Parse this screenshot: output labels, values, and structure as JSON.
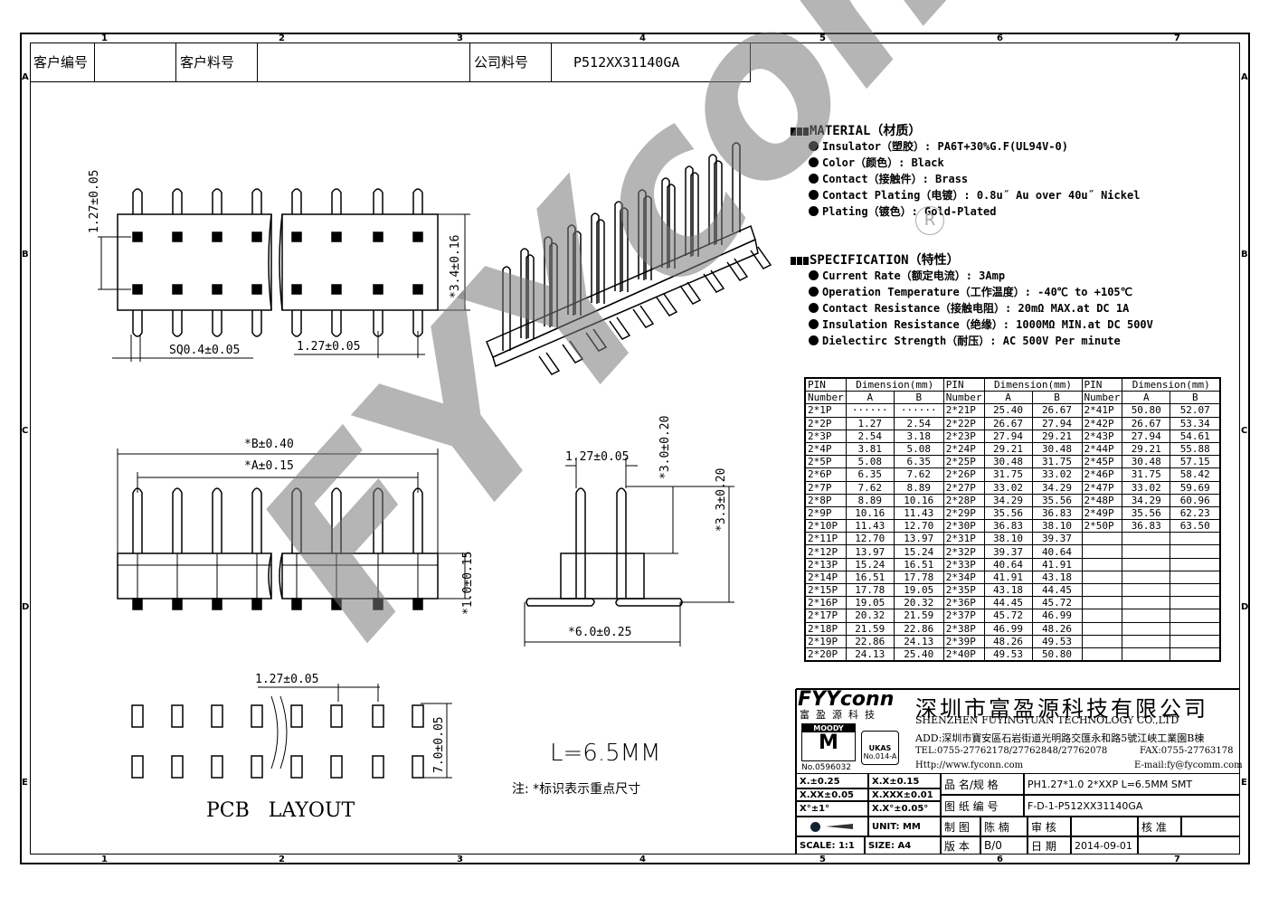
{
  "header": {
    "customer_no_label": "客户编号",
    "customer_no_value": "",
    "customer_part_label": "客户料号",
    "customer_part_value": "",
    "company_part_label": "公司料号",
    "company_part_value": "P512XX31140GA"
  },
  "zones": {
    "columns": [
      "1",
      "2",
      "3",
      "4",
      "5",
      "6",
      "7"
    ],
    "rows": [
      "A",
      "B",
      "C",
      "D",
      "E"
    ]
  },
  "material": {
    "title": "MATERIAL（材质）",
    "items": [
      "Insulator（塑胶）: PA6T+30%G.F(UL94V-0)",
      "Color（颜色）: Black",
      "Contact（接触件）: Brass",
      "Contact Plating（电镀）: 0.8u˝ Au  over 40u˝ Nickel",
      "Plating（镀色）: Gold-Plated"
    ]
  },
  "specification": {
    "title": "SPECIFICATION（特性）",
    "items": [
      "Current Rate（额定电流）:  3Amp",
      "Operation Temperature（工作温度）: -40℃ to +105℃",
      "Contact Resistance（接触电阻）: 20mΩ  MAX.at DC 1A",
      "Insulation Resistance（绝缘）: 1000MΩ  MIN.at DC 500V",
      "Dielectirc Strength（耐压）: AC 500V Per minute"
    ]
  },
  "registered_mark": "R",
  "watermark": "FYYconn",
  "dimension_table": {
    "headers": {
      "pin": "PIN",
      "number": "Number",
      "dimension": "Dimension(mm)",
      "a": "A",
      "b": "B"
    },
    "col1": [
      [
        "2*1P",
        "······",
        "······"
      ],
      [
        "2*2P",
        "1.27",
        "2.54"
      ],
      [
        "2*3P",
        "2.54",
        "3.18"
      ],
      [
        "2*4P",
        "3.81",
        "5.08"
      ],
      [
        "2*5P",
        "5.08",
        "6.35"
      ],
      [
        "2*6P",
        "6.35",
        "7.62"
      ],
      [
        "2*7P",
        "7.62",
        "8.89"
      ],
      [
        "2*8P",
        "8.89",
        "10.16"
      ],
      [
        "2*9P",
        "10.16",
        "11.43"
      ],
      [
        "2*10P",
        "11.43",
        "12.70"
      ],
      [
        "2*11P",
        "12.70",
        "13.97"
      ],
      [
        "2*12P",
        "13.97",
        "15.24"
      ],
      [
        "2*13P",
        "15.24",
        "16.51"
      ],
      [
        "2*14P",
        "16.51",
        "17.78"
      ],
      [
        "2*15P",
        "17.78",
        "19.05"
      ],
      [
        "2*16P",
        "19.05",
        "20.32"
      ],
      [
        "2*17P",
        "20.32",
        "21.59"
      ],
      [
        "2*18P",
        "21.59",
        "22.86"
      ],
      [
        "2*19P",
        "22.86",
        "24.13"
      ],
      [
        "2*20P",
        "24.13",
        "25.40"
      ]
    ],
    "col2": [
      [
        "2*21P",
        "25.40",
        "26.67"
      ],
      [
        "2*22P",
        "26.67",
        "27.94"
      ],
      [
        "2*23P",
        "27.94",
        "29.21"
      ],
      [
        "2*24P",
        "29.21",
        "30.48"
      ],
      [
        "2*25P",
        "30.48",
        "31.75"
      ],
      [
        "2*26P",
        "31.75",
        "33.02"
      ],
      [
        "2*27P",
        "33.02",
        "34.29"
      ],
      [
        "2*28P",
        "34.29",
        "35.56"
      ],
      [
        "2*29P",
        "35.56",
        "36.83"
      ],
      [
        "2*30P",
        "36.83",
        "38.10"
      ],
      [
        "2*31P",
        "38.10",
        "39.37"
      ],
      [
        "2*32P",
        "39.37",
        "40.64"
      ],
      [
        "2*33P",
        "40.64",
        "41.91"
      ],
      [
        "2*34P",
        "41.91",
        "43.18"
      ],
      [
        "2*35P",
        "43.18",
        "44.45"
      ],
      [
        "2*36P",
        "44.45",
        "45.72"
      ],
      [
        "2*37P",
        "45.72",
        "46.99"
      ],
      [
        "2*38P",
        "46.99",
        "48.26"
      ],
      [
        "2*39P",
        "48.26",
        "49.53"
      ],
      [
        "2*40P",
        "49.53",
        "50.80"
      ]
    ],
    "col3": [
      [
        "2*41P",
        "50.80",
        "52.07"
      ],
      [
        "2*42P",
        "26.67",
        "53.34"
      ],
      [
        "2*43P",
        "27.94",
        "54.61"
      ],
      [
        "2*44P",
        "29.21",
        "55.88"
      ],
      [
        "2*45P",
        "30.48",
        "57.15"
      ],
      [
        "2*46P",
        "31.75",
        "58.42"
      ],
      [
        "2*47P",
        "33.02",
        "59.69"
      ],
      [
        "2*48P",
        "34.29",
        "60.96"
      ],
      [
        "2*49P",
        "35.56",
        "62.23"
      ],
      [
        "2*50P",
        "36.83",
        "63.50"
      ],
      [
        "",
        "",
        ""
      ],
      [
        "",
        "",
        ""
      ],
      [
        "",
        "",
        ""
      ],
      [
        "",
        "",
        ""
      ],
      [
        "",
        "",
        ""
      ],
      [
        "",
        "",
        ""
      ],
      [
        "",
        "",
        ""
      ],
      [
        "",
        "",
        ""
      ],
      [
        "",
        "",
        ""
      ],
      [
        "",
        "",
        ""
      ]
    ]
  },
  "dims": {
    "pitch_top": "1.27±0.05",
    "sq_pin": "SQ0.4±0.05",
    "pitch_bottom": "1.27±0.05",
    "height_right": "*3.4±0.16",
    "b_dim": "*B±0.40",
    "a_dim": "*A±0.15",
    "body_height": "*1.0±0.15",
    "side_pitch": "1.27±0.05",
    "side_h1": "*3.0±0.20",
    "side_h2": "*3.3±0.20",
    "side_width": "*6.0±0.25",
    "pcb_pitch": "1.27±0.05",
    "pcb_height": "7.0±0.05"
  },
  "pcb_label": "PCB   LAYOUT",
  "length_label": "L=6.5MM",
  "note": "注: *标识表示重点尺寸",
  "company": {
    "logo": "FYYconn",
    "logo_sub": "富  盈  源  科  技",
    "name_cn": "深圳市富盈源科技有限公司",
    "name_en": "SHENZHEN FUYINGYUAN TECHNOLOGY CO.,LTD",
    "address": "ADD:深圳市寶安區石岩街道光明路交匯永和路5號江峽工業園B棟",
    "tel": "TEL:0755-27762178/27762848/27762078",
    "fax": "FAX:0755-27763178",
    "http": "Http://www.fyconn.com",
    "email": "E-mail:fy@fycomm.com",
    "cert_no": "No.0596032",
    "cert_moody": "MOODY",
    "cert_ukas": "UKAS",
    "cert_ukas_no": "No.014-A"
  },
  "title_block": {
    "tol1": "X.±0.25",
    "tol2": "X.X±0.15",
    "tol3": "X.XX±0.05",
    "tol4": "X.XXX±0.01",
    "tol5": "X°±1°",
    "tol6": "X.X°±0.05°",
    "unit": "UNIT: MM",
    "scale": "SCALE: 1:1",
    "size": "SIZE: A4",
    "name_label": "品 名/规 格",
    "name_value": "PH1.27*1.0  2*XXP  L=6.5MM  SMT",
    "drawing_no_label": "图 纸 编 号",
    "drawing_no_value": "F-D-1-P512XX31140GA",
    "draw_label": "制 图",
    "draw_value": "陈 楠",
    "review_label": "审 核",
    "review_value": "",
    "approve_label": "核 准",
    "approve_value": "",
    "version_label": "版 本",
    "version_value": "B/0",
    "date_label": "日 期",
    "date_value": "2014-09-01"
  }
}
